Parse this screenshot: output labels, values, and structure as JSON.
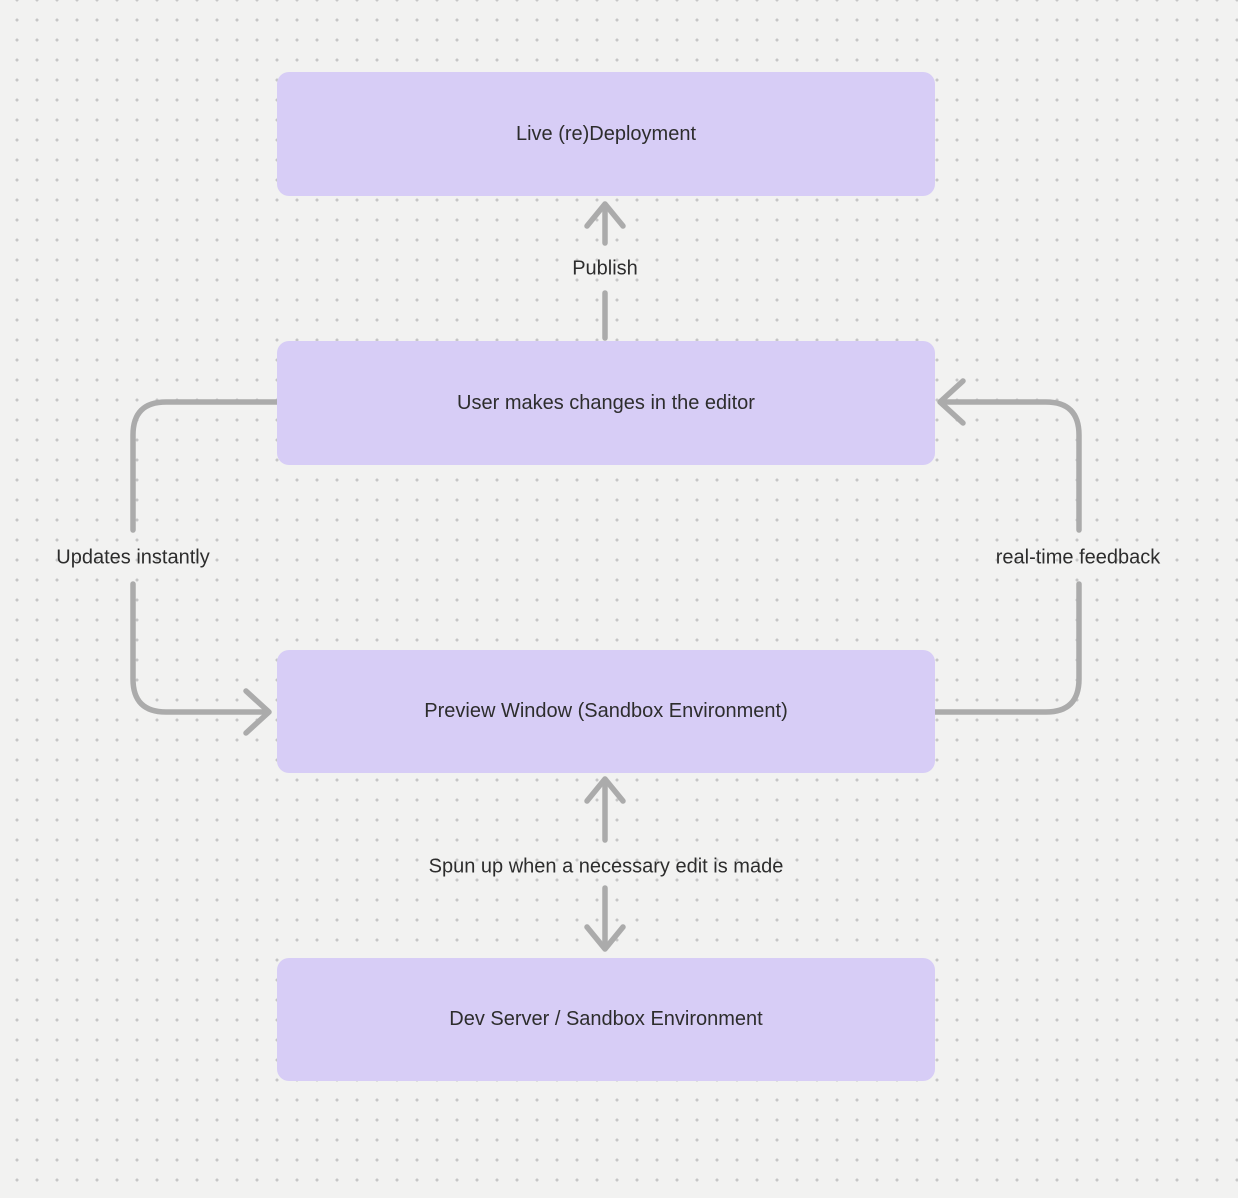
{
  "diagram": {
    "type": "flowchart",
    "nodes": [
      {
        "id": "live-redeployment",
        "label": "Live (re)Deployment"
      },
      {
        "id": "user-changes",
        "label": "User makes changes in the editor"
      },
      {
        "id": "preview-window",
        "label": "Preview Window (Sandbox Environment)"
      },
      {
        "id": "dev-server",
        "label": "Dev Server / Sandbox Environment"
      }
    ],
    "edges": [
      {
        "id": "publish",
        "label": "Publish",
        "from": "user-changes",
        "to": "live-redeployment",
        "direction": "up"
      },
      {
        "id": "updates-instantly",
        "label": "Updates instantly",
        "from": "user-changes",
        "to": "preview-window",
        "direction": "left-loop"
      },
      {
        "id": "real-time-feedback",
        "label": "real-time feedback",
        "from": "preview-window",
        "to": "user-changes",
        "direction": "right-loop"
      },
      {
        "id": "spun-up",
        "label": "Spun up when a necessary edit is made",
        "from": "preview-window",
        "to": "dev-server",
        "direction": "both"
      }
    ],
    "colors": {
      "background": "#f2f2f1",
      "dot": "#c6c6c6",
      "node_fill": "#d7cdf6",
      "arrow": "#ababab",
      "text": "#2d2d2d"
    }
  }
}
